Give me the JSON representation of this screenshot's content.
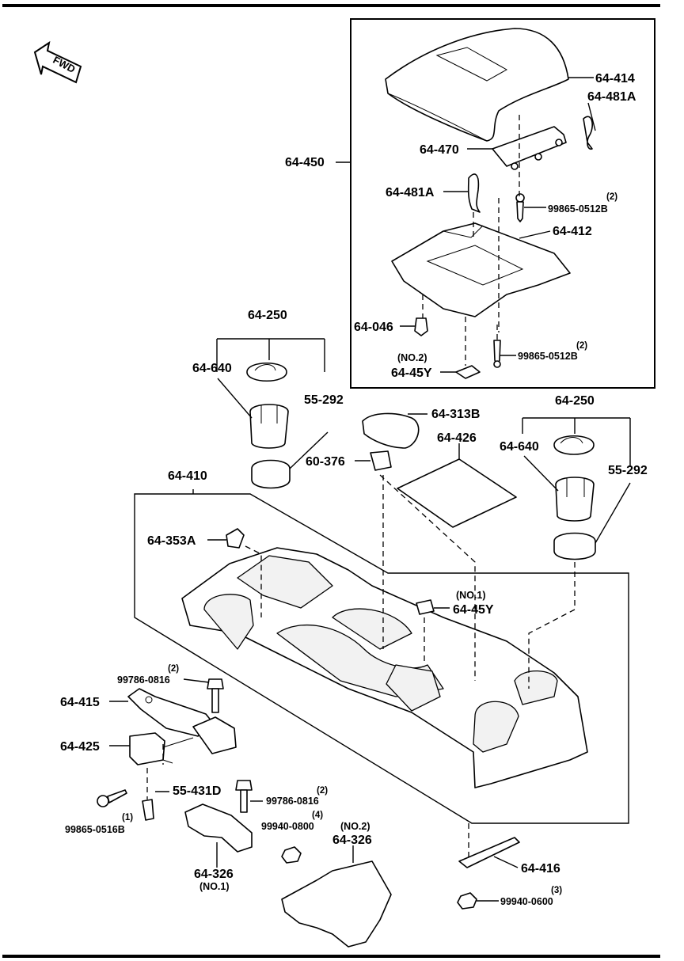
{
  "fwd": "FWD",
  "labels": {
    "p64_414": "64-414",
    "p64_481A_r": "64-481A",
    "p64_470": "64-470",
    "p64_450": "64-450",
    "p64_481A_l": "64-481A",
    "s99865_0512B_a_qty": "(2)",
    "s99865_0512B_a": "99865-0512B",
    "p64_412": "64-412",
    "p64_046": "64-046",
    "s99865_0512B_b_qty": "(2)",
    "s99865_0512B_b": "99865-0512B",
    "no2_a": "(NO.2)",
    "p64_45Y_a": "64-45Y",
    "p64_250_l": "64-250",
    "p64_640_l": "64-640",
    "p55_292_l": "55-292",
    "p64_313B": "64-313B",
    "p64_426": "64-426",
    "p60_376": "60-376",
    "p64_250_r": "64-250",
    "p64_640_r": "64-640",
    "p55_292_r": "55-292",
    "p64_410": "64-410",
    "p64_353A": "64-353A",
    "no1_a": "(NO.1)",
    "p64_45Y_b": "64-45Y",
    "s99786_0816_a_qty": "(2)",
    "s99786_0816_a": "99786-0816",
    "p64_415": "64-415",
    "p64_425": "64-425",
    "p55_431D": "55-431D",
    "s99786_0816_b_qty": "(2)",
    "s99786_0816_b": "99786-0816",
    "s99940_0800_qty": "(4)",
    "s99940_0800": "99940-0800",
    "no2_b": "(NO.2)",
    "p64_326_r": "64-326",
    "s99865_0516B_qty": "(1)",
    "s99865_0516B": "99865-0516B",
    "p64_326_l": "64-326",
    "no1_b": "(NO.1)",
    "p64_416": "64-416",
    "s99940_0600_qty": "(3)",
    "s99940_0600": "99940-0600"
  }
}
